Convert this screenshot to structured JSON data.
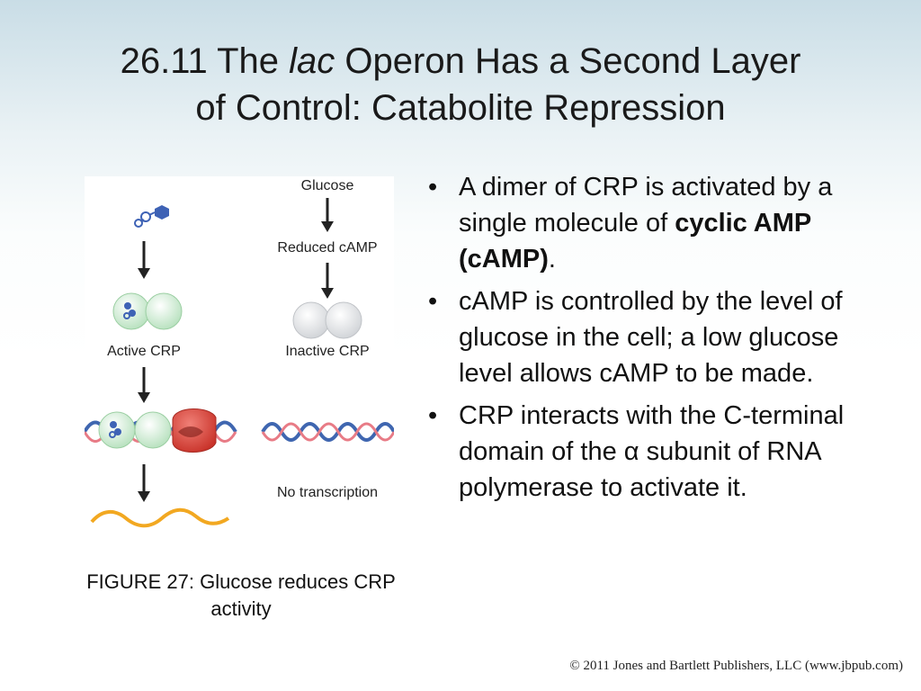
{
  "slide": {
    "title_prefix": "26.11  The ",
    "title_italic": "lac",
    "title_line1_rest": " Operon Has a Second Layer",
    "title_line2": "of Control: Catabolite Repression"
  },
  "figure": {
    "label_glucose": "Glucose",
    "label_reduced_camp": "Reduced cAMP",
    "label_active_crp": "Active CRP",
    "label_inactive_crp": "Inactive CRP",
    "label_no_transcription": "No transcription",
    "caption": "FIGURE 27: Glucose reduces CRP activity"
  },
  "bullets": [
    {
      "text_before": "A dimer of CRP is activated by a single molecule of ",
      "bold": "cyclic AMP (cAMP)",
      "text_after": "."
    },
    {
      "text": "cAMP is controlled by the level of glucose in the cell; a low glucose level allows cAMP to be made."
    },
    {
      "text": "CRP interacts with the C-terminal domain of the α subunit of RNA polymerase to activate it."
    }
  ],
  "bullet_glyph": "•",
  "footer": {
    "copyright": "© 2011 Jones and Bartlett Publishers, LLC (www.jbpub.com)"
  },
  "colors": {
    "crp_green": "#c8eacb",
    "inactive_grey": "#e2e4e6",
    "camp_blue": "#3e62b5",
    "rna_pol_red": "#d8473d",
    "dna_blue": "#3f66b0",
    "dna_pink": "#e87b86",
    "mrna_orange": "#f2a821"
  }
}
